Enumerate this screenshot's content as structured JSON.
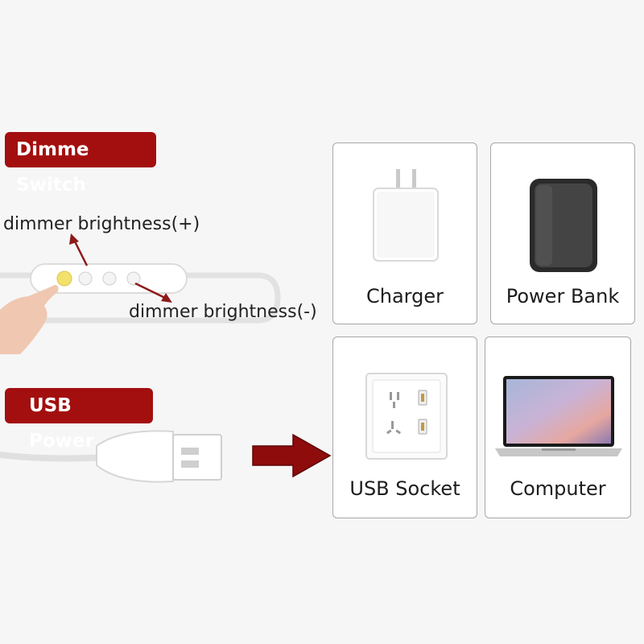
{
  "dimmer": {
    "badge": "Dimme Switch",
    "plus_label": "dimmer brightness(+)",
    "minus_label": "dimmer brightness(-)"
  },
  "usb": {
    "badge": "USB Power"
  },
  "colors": {
    "badge_red": "#a30f0f",
    "arrow_red": "#8e0c0c"
  },
  "power_sources": [
    {
      "label": "Charger",
      "icon": "charger-icon"
    },
    {
      "label": "Power Bank",
      "icon": "power-bank-icon"
    },
    {
      "label": "USB Socket",
      "icon": "usb-socket-icon"
    },
    {
      "label": "Computer",
      "icon": "laptop-icon"
    }
  ]
}
